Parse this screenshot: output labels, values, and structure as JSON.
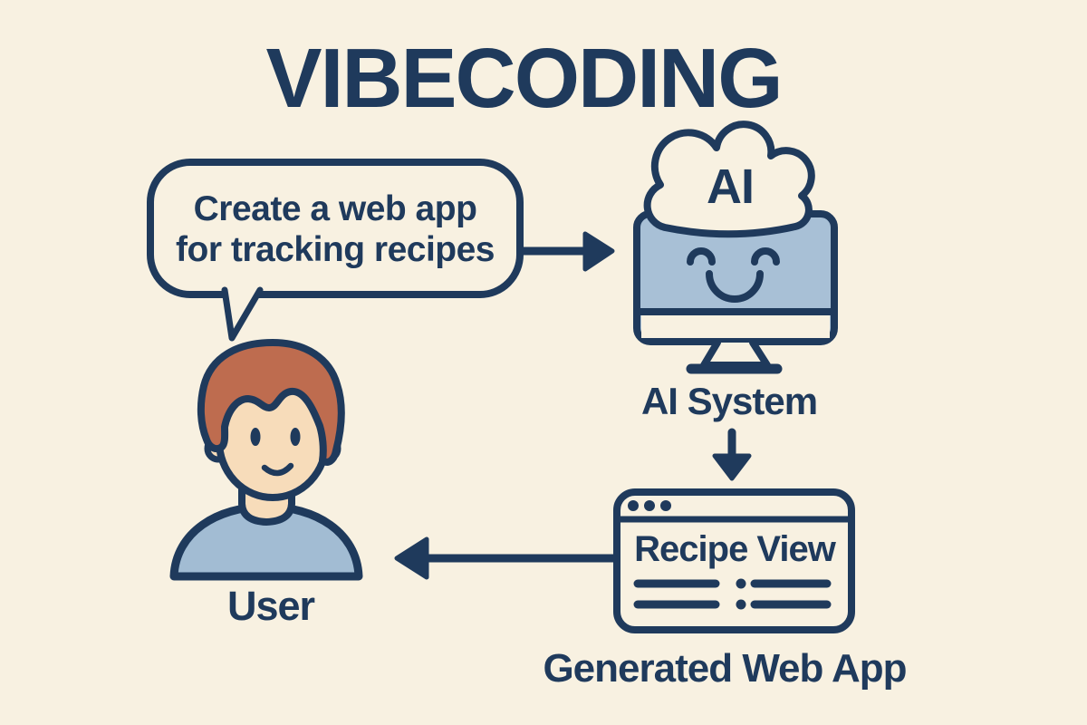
{
  "title": "VIBECODING",
  "bubble": {
    "line1": "Create a web app",
    "line2": "for tracking recipes"
  },
  "ai": {
    "cloud_label": "AI",
    "label": "AI System"
  },
  "webapp": {
    "window_title": "Recipe View",
    "label": "Generated Web App"
  },
  "user": {
    "label": "User"
  },
  "colors": {
    "bg": "#F8F1E1",
    "ink": "#1F3A5C",
    "screen": "#A8C0D6",
    "shirt": "#A2BCD3",
    "hair": "#BE6C4F",
    "skin": "#F7DCBA"
  }
}
